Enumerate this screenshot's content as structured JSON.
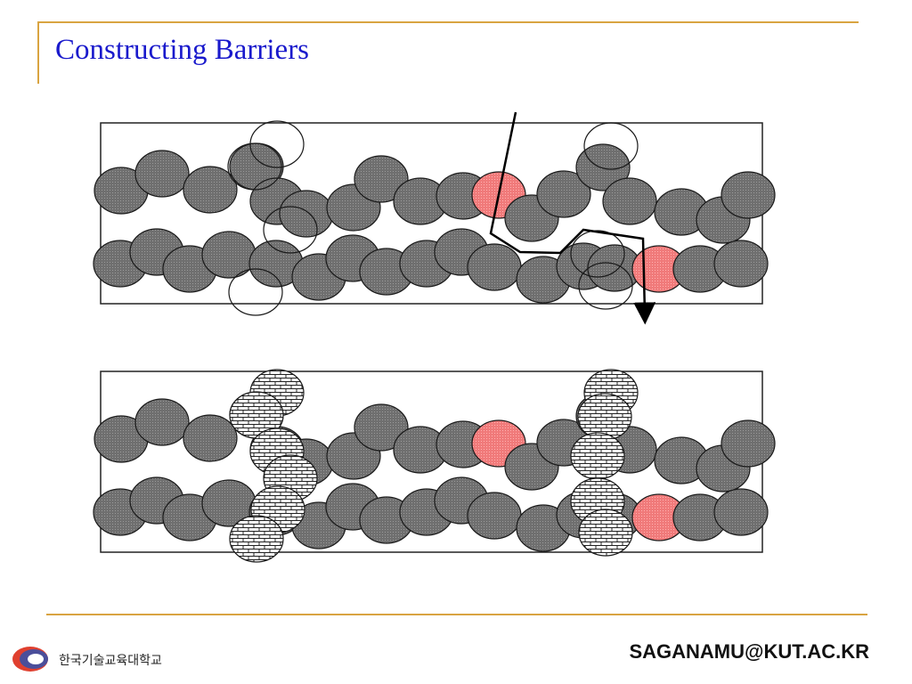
{
  "slide": {
    "title": "Constructing Barriers",
    "colors": {
      "accent_rule": "#d9a441",
      "title": "#1a1acc",
      "particle": "#6f6f6f",
      "highlight_particle": "#f07a7a",
      "frame": "#222222"
    }
  },
  "diagram": {
    "top_panel": {
      "description_key": "diffusion-path",
      "particles": "clay-platelets",
      "open_circles": "vacancies"
    },
    "bottom_panel": {
      "description_key": "barrier-filled",
      "barrier_fill": "brick-pattern"
    }
  },
  "footer": {
    "org_name": "한국기술교육대학교",
    "email": "SAGANAMU@KUT.AC.KR",
    "logo": "university-logo-icon"
  }
}
